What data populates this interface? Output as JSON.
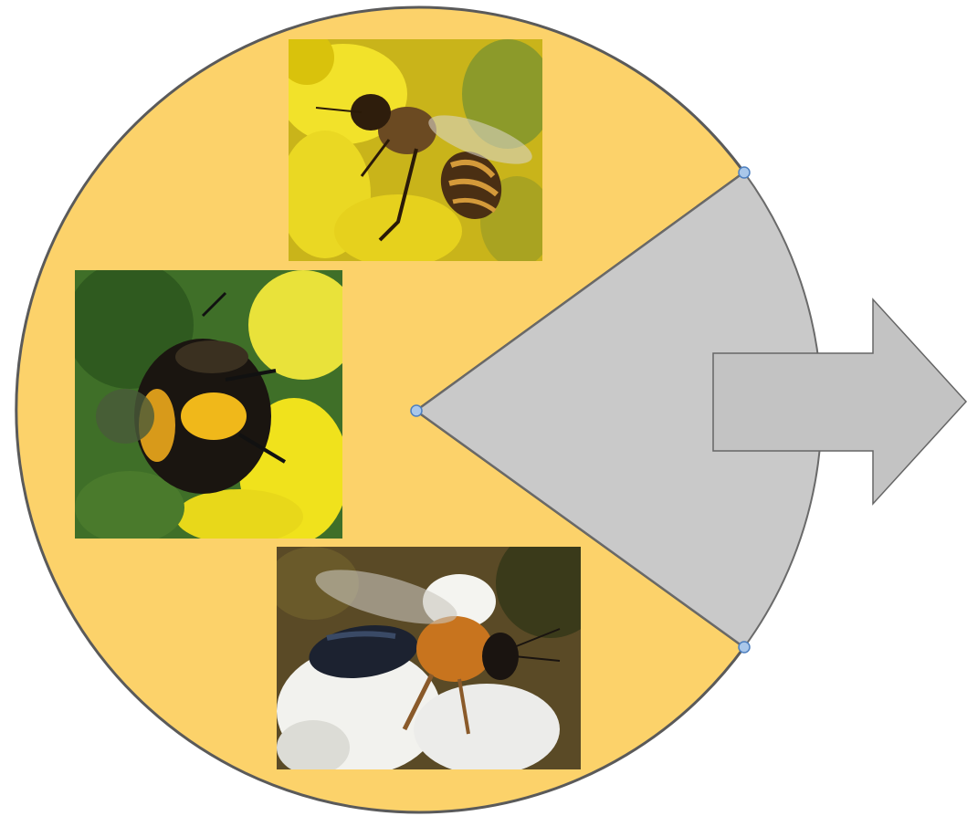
{
  "diagram": {
    "pie": {
      "fill": "#fcd26a",
      "stroke": "#5a5a5a"
    },
    "wedge": {
      "fill": "#c9c9c9",
      "stroke": "#6a6a6a",
      "handle_fill": "#a9c7ea",
      "handle_stroke": "#4d7fbf"
    },
    "arrow": {
      "fill": "#c3c3c3",
      "stroke": "#666666"
    },
    "photos": [
      {
        "name": "honeybee-on-yellow-flower",
        "icon": "honeybee-photo"
      },
      {
        "name": "bumblebee-on-yellow-flower",
        "icon": "bumblebee-photo"
      },
      {
        "name": "mining-bee-on-white-flower",
        "icon": "mining-bee-photo"
      }
    ]
  }
}
